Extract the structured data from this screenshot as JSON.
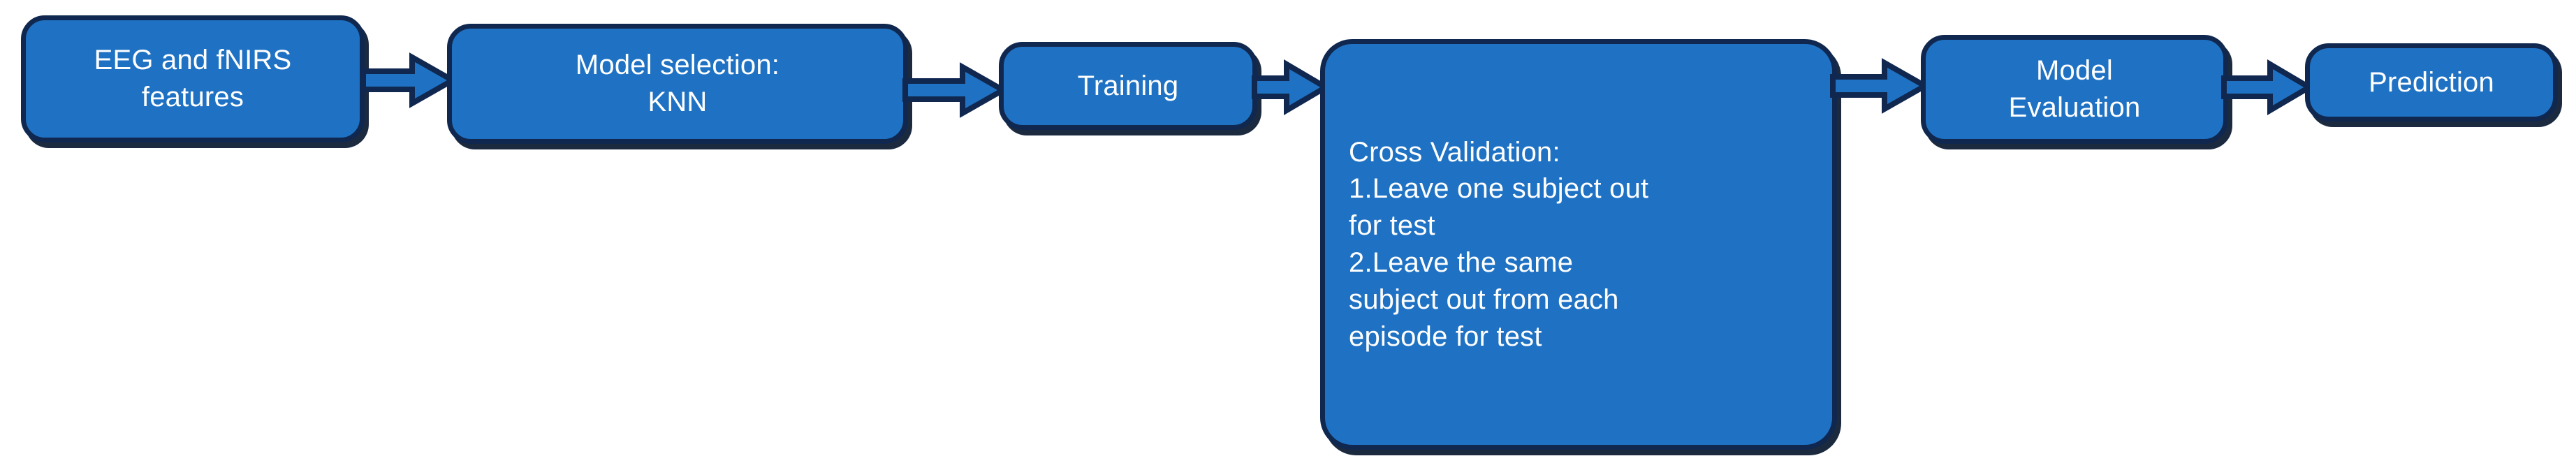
{
  "diagram": {
    "title": "KNN classification pipeline for EEG and fNIRS features",
    "type": "flowchart",
    "orientation": "left-to-right",
    "colors": {
      "node_fill": "#1F72C3",
      "node_border": "#10284F",
      "node_text": "#FFFFFF",
      "arrow_fill": "#1F72C3",
      "arrow_border": "#10284F",
      "background": "#FFFFFF"
    },
    "nodes": [
      {
        "id": "features",
        "label": "EEG and fNIRS\nfeatures",
        "lines": [
          "EEG and fNIRS",
          "features"
        ],
        "align": "center"
      },
      {
        "id": "model-selection",
        "label": "Model selection:\nKNN",
        "lines": [
          "Model selection:",
          "KNN"
        ],
        "align": "center"
      },
      {
        "id": "training",
        "label": "Training",
        "lines": [
          "Training"
        ],
        "align": "center"
      },
      {
        "id": "cross-validation",
        "label": "Cross Validation:\n1.Leave one subject out\nfor test\n2.Leave the same\nsubject out from each\nepisode for test",
        "lines": [
          "Cross Validation:",
          "1.Leave one subject out",
          "for test",
          "2.Leave the same",
          "subject out from each",
          "episode for test"
        ],
        "align": "left"
      },
      {
        "id": "model-evaluation",
        "label": "Model\nEvaluation",
        "lines": [
          "Model",
          "Evaluation"
        ],
        "align": "center"
      },
      {
        "id": "prediction",
        "label": "Prediction",
        "lines": [
          "Prediction"
        ],
        "align": "center"
      }
    ],
    "connectors": [
      {
        "id": "arrow-1",
        "from": "features",
        "to": "model-selection",
        "glyph": "block-arrow-right"
      },
      {
        "id": "arrow-2",
        "from": "model-selection",
        "to": "training",
        "glyph": "block-arrow-right"
      },
      {
        "id": "arrow-3",
        "from": "training",
        "to": "cross-validation",
        "glyph": "block-arrow-right"
      },
      {
        "id": "arrow-4",
        "from": "cross-validation",
        "to": "model-evaluation",
        "glyph": "block-arrow-right"
      },
      {
        "id": "arrow-5",
        "from": "model-evaluation",
        "to": "prediction",
        "glyph": "block-arrow-right"
      }
    ]
  }
}
